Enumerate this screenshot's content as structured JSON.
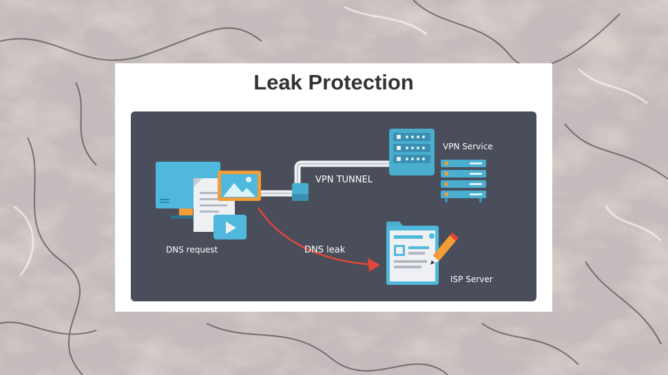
{
  "page": {
    "title": "Leak Protection"
  },
  "diagram": {
    "labels": {
      "vpn_tunnel": "VPN TUNNEL",
      "vpn_service": "VPN Service",
      "dns_request": "DNS request",
      "dns_leak": "DNS leak",
      "isp_server": "ISP Server"
    },
    "colors": {
      "panel_bg": "#4a4d5a",
      "device_blue": "#4fb8dc",
      "server_blue": "#4aaecf",
      "accent_orange": "#f39c38",
      "leak_red": "#e2483a",
      "tunnel_white": "#eef0f3"
    },
    "icons": [
      "computer-icon",
      "document-icon",
      "image-icon",
      "video-icon",
      "server-rack-icon",
      "server-stack-icon",
      "isp-document-icon",
      "pencil-icon"
    ]
  }
}
